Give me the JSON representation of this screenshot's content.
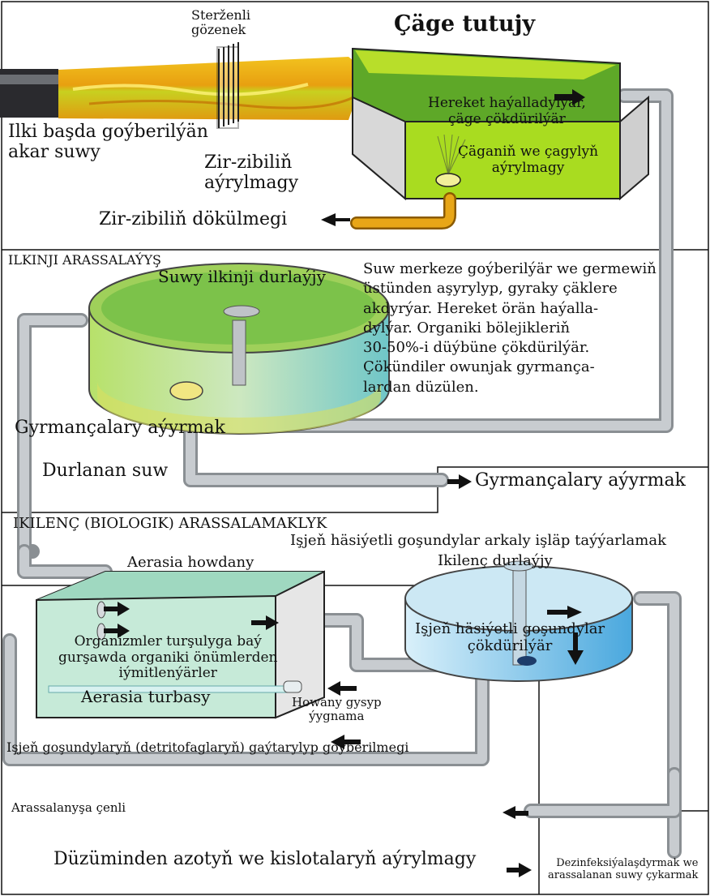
{
  "title": "Çäge tutujy",
  "colors": {
    "water_green": "#a8d838",
    "aeration_tank": "#b3e0d0",
    "clarifier_blue": "#8ccfe8",
    "pipe_gray": "#c5c9cc",
    "debris_yellow": "#e8a617",
    "arrow": "#111111"
  },
  "icons": [
    "arrow-right-icon",
    "arrow-left-icon",
    "arrow-down-icon"
  ],
  "preliminary": {
    "screen_label": "Sterženli\ngözenek",
    "inflow_label": "Ilki başda goýberilýän\nakar suwy",
    "debris_removal": "Zir-zibiliň\naýrylmagy",
    "debris_dump": "Zir-zibiliň dökülmegi",
    "grit_motion": "Hereket haýalladylýar,\nçäge çökdürilýär",
    "grit_removal": "Çäganiň we çagylyň\naýrylmagy"
  },
  "primary": {
    "header": "ILKINJI ARASSALAÝYŞ",
    "tank_label": "Suwy ilkinji durlaýjy",
    "description": "Suw merkeze goýberilýär we germewiň\nüstünden aşyrylyp, gyraky çäklere\nakdyrýar. Hereket örän haýalla-\ndylýar. Organiki bölejikleriň\n30-50%-i düýbüne çökdürilýär.\nÇökündiler owunjak gyrmança-\nlardan düzülen.",
    "sludge_left": "Gyrmançalary aýyrmak",
    "clarified_water": "Durlanan suw",
    "sludge_right": "Gyrmançalary aýyrmak"
  },
  "secondary": {
    "header": "IKILENÇ (BIOLOGIK) ARASSALAMAKLYK",
    "subheader": "Işjeň häsiýetli goşundylar arkaly işläp taýýarlamak",
    "aeration_title": "Aerasia howdany",
    "aeration_text": "Organizmler turşulyga baý\ngurşawda organiki önümlerden\niýmitlenýärler",
    "aeration_pipe": "Aerasia turbasy",
    "air_pump": "Howany gysyp\nýygnama",
    "clarifier_title": "Ikilenç durlaýjy",
    "clarifier_text": "Işjeň häsiýetli goşundylar\nçökdürilýär",
    "return_sludge": "Işjeň goşundylaryň (detritofaglaryň) gaýtarylyp goýberilmegi"
  },
  "tertiary": {
    "header": "Arassalanyşa çenli",
    "nutrient_removal": "Düzüminden azotyň we kislotalaryň aýrylmagy",
    "disinfection": "Dezinfeksiýalaşdyrmak we\narassalanan suwy çykarmak"
  }
}
